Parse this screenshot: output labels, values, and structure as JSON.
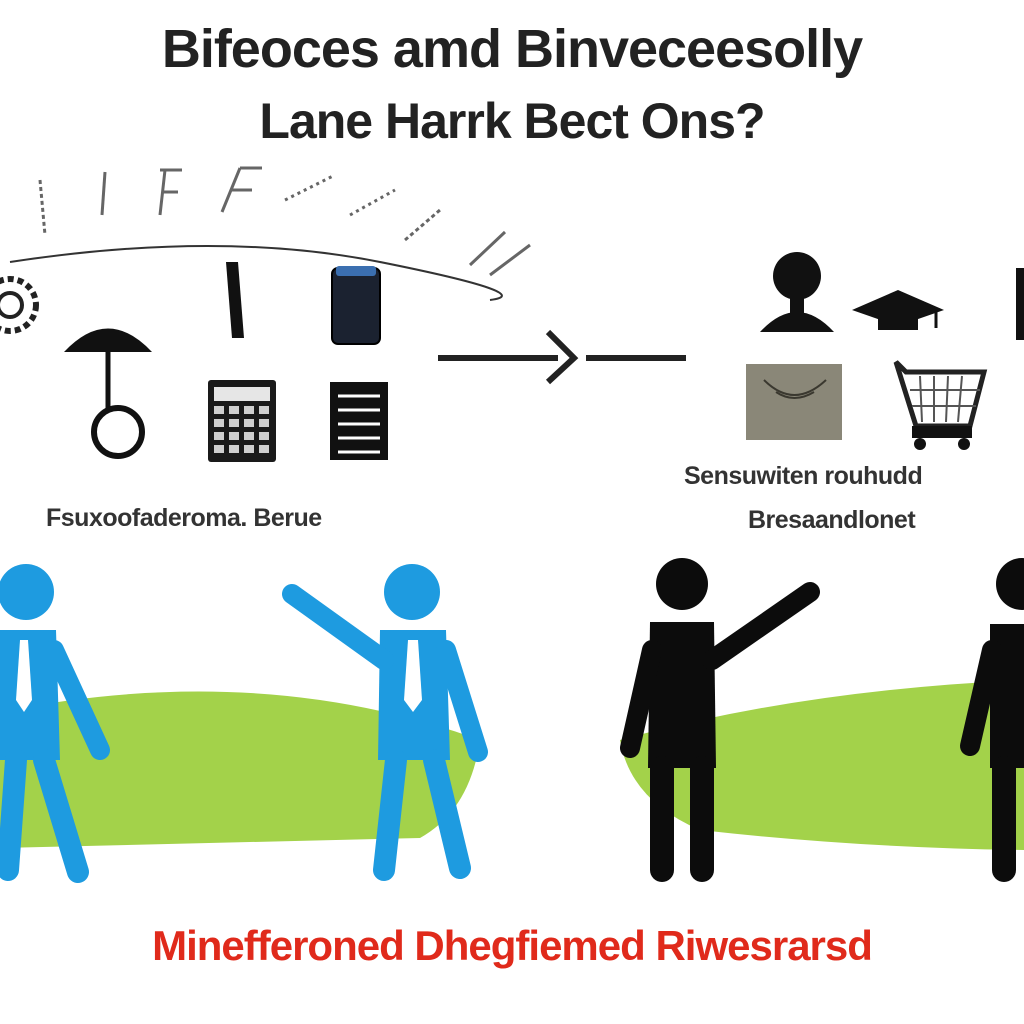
{
  "header": {
    "title": "Bifeoces amd Binveceesolly",
    "subtitle": "Lane Harrk Bect Ons?"
  },
  "left_panel": {
    "caption": "Fsuxoofaderoma. Berue"
  },
  "right_panel": {
    "caption_line1": "Sensuwiten rouhudd",
    "caption_line2": "Bresaandlonet"
  },
  "footer": {
    "text": "Minefferoned Dhegfiemed Riwesrarsd"
  },
  "colors": {
    "blue_figure": "#1e9be0",
    "black_figure": "#0c0c0c",
    "green_ground": "#a3d24a",
    "accent_red": "#e02a1b"
  },
  "icons": {
    "left": [
      "gear-icon",
      "umbrella-unicycle-icon",
      "calculator-icon",
      "document-list-icon",
      "jar-icon",
      "pen-stroke-icon"
    ],
    "right": [
      "person-bust-icon",
      "graduation-cap-icon",
      "envelope-card-icon",
      "shopping-cart-icon"
    ],
    "arrow": "arrow-right-icon"
  }
}
